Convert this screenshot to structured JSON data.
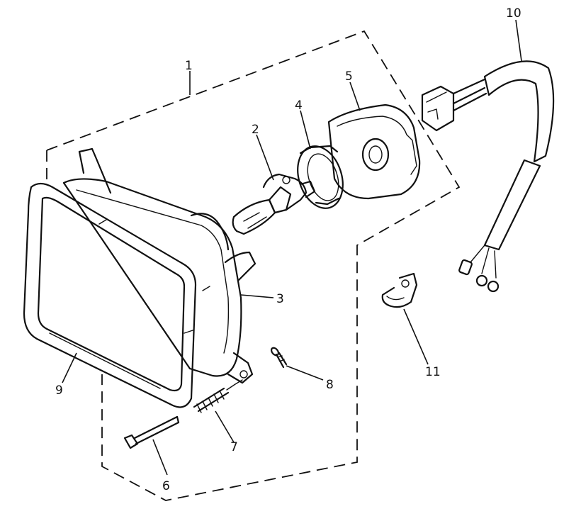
{
  "callouts": {
    "c1": "1",
    "c2": "2",
    "c3": "3",
    "c4": "4",
    "c5": "5",
    "c6": "6",
    "c7": "7",
    "c8": "8",
    "c9": "9",
    "c10": "10",
    "c11": "11"
  },
  "colors": {
    "ink": "#111111",
    "paper": "#ffffff"
  }
}
